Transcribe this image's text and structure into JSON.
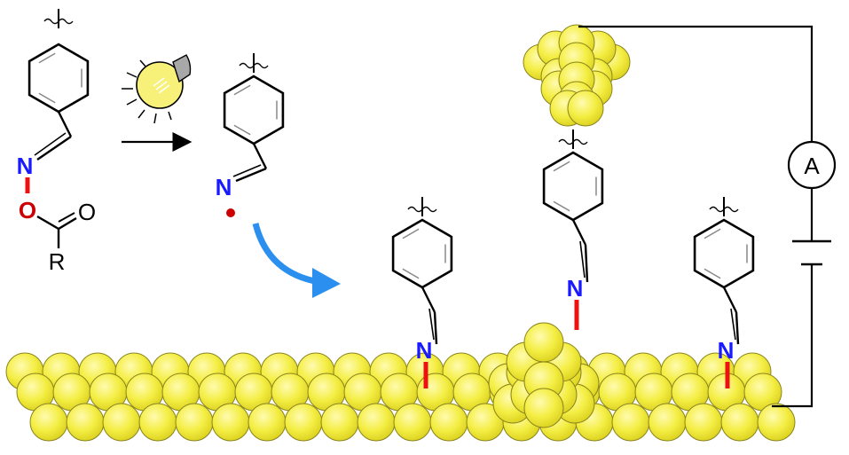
{
  "labels": {
    "nitrogen": "N",
    "oxygen": "O",
    "r_group": "R",
    "ammeter": "A"
  },
  "colors": {
    "gold_fill": "#f4ee44",
    "gold_stroke": "#8a8420",
    "nitrogen": "#1a1aff",
    "oxygen": "#cc0000",
    "bond_highlight": "#ee1111",
    "arrow_blue": "#2b8ff0",
    "bulb": "#f7f17a"
  },
  "icons": [
    "light-bulb-icon",
    "reaction-arrow-icon",
    "curved-arrow-icon",
    "ammeter-icon",
    "battery-icon"
  ]
}
